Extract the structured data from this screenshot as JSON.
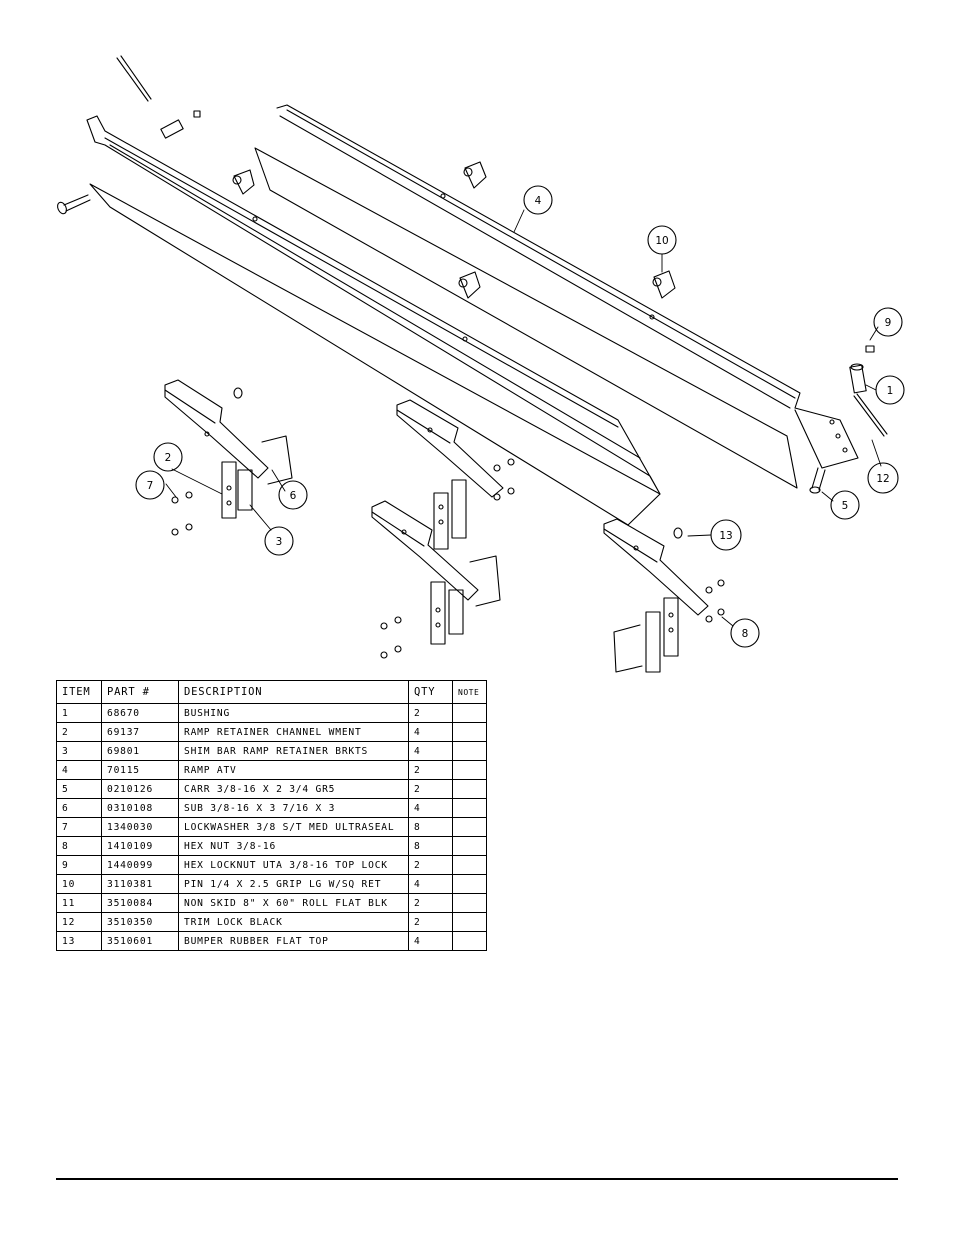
{
  "table": {
    "headers": {
      "item": "ITEM",
      "part": "PART #",
      "description": "DESCRIPTION",
      "qty": "QTY",
      "note": "NOTE"
    },
    "rows": [
      {
        "item": "1",
        "part": "68670",
        "description": "BUSHING",
        "qty": "2",
        "note": ""
      },
      {
        "item": "2",
        "part": "69137",
        "description": "RAMP RETAINER CHANNEL WMENT",
        "qty": "4",
        "note": ""
      },
      {
        "item": "3",
        "part": "69801",
        "description": "SHIM BAR RAMP RETAINER BRKTS",
        "qty": "4",
        "note": ""
      },
      {
        "item": "4",
        "part": "70115",
        "description": "RAMP ATV",
        "qty": "2",
        "note": ""
      },
      {
        "item": "5",
        "part": "0210126",
        "description": "CARR 3/8-16 X 2 3/4 GR5",
        "qty": "2",
        "note": ""
      },
      {
        "item": "6",
        "part": "0310108",
        "description": "SUB 3/8-16 X 3 7/16 X 3",
        "qty": "4",
        "note": ""
      },
      {
        "item": "7",
        "part": "1340030",
        "description": "LOCKWASHER 3/8 S/T MED ULTRASEAL",
        "qty": "8",
        "note": ""
      },
      {
        "item": "8",
        "part": "1410109",
        "description": "HEX NUT 3/8-16",
        "qty": "8",
        "note": ""
      },
      {
        "item": "9",
        "part": "1440099",
        "description": "HEX LOCKNUT UTA 3/8-16 TOP LOCK",
        "qty": "2",
        "note": ""
      },
      {
        "item": "10",
        "part": "3110381",
        "description": "PIN 1/4 X 2.5 GRIP LG W/SQ RET",
        "qty": "4",
        "note": ""
      },
      {
        "item": "11",
        "part": "3510084",
        "description": "NON SKID 8\" X 60\" ROLL FLAT BLK",
        "qty": "2",
        "note": ""
      },
      {
        "item": "12",
        "part": "3510350",
        "description": "TRIM LOCK BLACK",
        "qty": "2",
        "note": ""
      },
      {
        "item": "13",
        "part": "3510601",
        "description": "BUMPER RUBBER FLAT TOP",
        "qty": "4",
        "note": ""
      }
    ]
  },
  "balloons": [
    "1",
    "2",
    "3",
    "4",
    "5",
    "6",
    "7",
    "8",
    "9",
    "10",
    "12",
    "13"
  ]
}
